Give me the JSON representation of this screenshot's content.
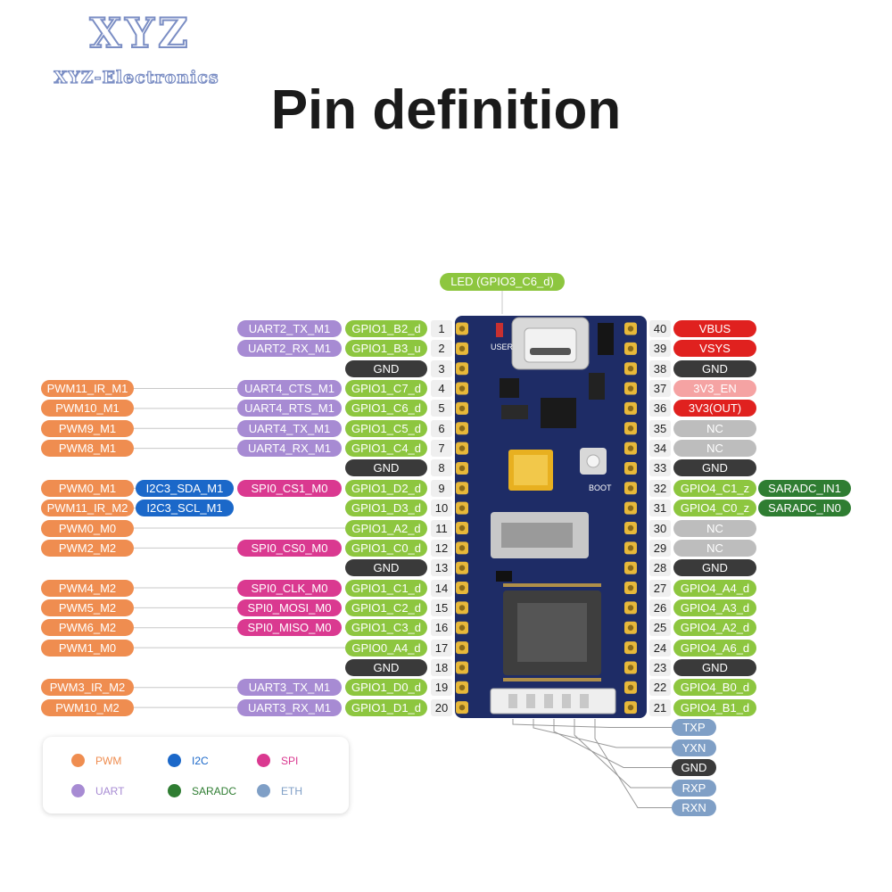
{
  "logo": {
    "main": "XYZ",
    "sub": "XYZ-Electronics"
  },
  "title": "Pin definition",
  "led_label": "LED (GPIO3_C6_d)",
  "board_text": {
    "user": "USER",
    "boot": "BOOT"
  },
  "colors": {
    "PWM": "#ef8d50",
    "UART": "#a78bd3",
    "I2C": "#1b68c9",
    "SPI": "#da3990",
    "SARADC": "#2f7d32",
    "ETH": "#7f9fc6",
    "GPIO": "#8dc63f",
    "GND": "#3a3a3a",
    "POWER": "#e0211f",
    "POWER_LIGHT": "#f5a3a3",
    "NC": "#bdbdbd"
  },
  "left_rows": [
    {
      "pin": "1",
      "gpio": "GPIO1_B2_d",
      "col1": "UART2_TX_M1",
      "col1_type": "UART"
    },
    {
      "pin": "2",
      "gpio": "GPIO1_B3_u",
      "col1": "UART2_RX_M1",
      "col1_type": "UART"
    },
    {
      "pin": "3",
      "gpio": "GND"
    },
    {
      "pin": "4",
      "gpio": "GPIO1_C7_d",
      "col1": "UART4_CTS_M1",
      "col1_type": "UART",
      "col3": "PWM11_IR_M1"
    },
    {
      "pin": "5",
      "gpio": "GPIO1_C6_d",
      "col1": "UART4_RTS_M1",
      "col1_type": "UART",
      "col3": "PWM10_M1"
    },
    {
      "pin": "6",
      "gpio": "GPIO1_C5_d",
      "col1": "UART4_TX_M1",
      "col1_type": "UART",
      "col3": "PWM9_M1"
    },
    {
      "pin": "7",
      "gpio": "GPIO1_C4_d",
      "col1": "UART4_RX_M1",
      "col1_type": "UART",
      "col3": "PWM8_M1"
    },
    {
      "pin": "8",
      "gpio": "GND"
    },
    {
      "pin": "9",
      "gpio": "GPIO1_D2_d",
      "col1": "SPI0_CS1_M0",
      "col1_type": "SPI",
      "col2": "I2C3_SDA_M1",
      "col3": "PWM0_M1"
    },
    {
      "pin": "10",
      "gpio": "GPIO1_D3_d",
      "col2": "I2C3_SCL_M1",
      "col3": "PWM11_IR_M2"
    },
    {
      "pin": "11",
      "gpio": "GPIO1_A2_d",
      "col3": "PWM0_M0"
    },
    {
      "pin": "12",
      "gpio": "GPIO1_C0_d",
      "col1": "SPI0_CS0_M0",
      "col1_type": "SPI",
      "col3": "PWM2_M2"
    },
    {
      "pin": "13",
      "gpio": "GND"
    },
    {
      "pin": "14",
      "gpio": "GPIO1_C1_d",
      "col1": "SPI0_CLK_M0",
      "col1_type": "SPI",
      "col3": "PWM4_M2"
    },
    {
      "pin": "15",
      "gpio": "GPIO1_C2_d",
      "col1": "SPI0_MOSI_M0",
      "col1_type": "SPI",
      "col3": "PWM5_M2"
    },
    {
      "pin": "16",
      "gpio": "GPIO1_C3_d",
      "col1": "SPI0_MISO_M0",
      "col1_type": "SPI",
      "col3": "PWM6_M2"
    },
    {
      "pin": "17",
      "gpio": "GPIO0_A4_d",
      "col3": "PWM1_M0"
    },
    {
      "pin": "18",
      "gpio": "GND"
    },
    {
      "pin": "19",
      "gpio": "GPIO1_D0_d",
      "col1": "UART3_TX_M1",
      "col1_type": "UART",
      "col3": "PWM3_IR_M2"
    },
    {
      "pin": "20",
      "gpio": "GPIO1_D1_d",
      "col1": "UART3_RX_M1",
      "col1_type": "UART",
      "col3": "PWM10_M2"
    }
  ],
  "right_rows": [
    {
      "pin": "40",
      "label": "VBUS",
      "type": "POWER"
    },
    {
      "pin": "39",
      "label": "VSYS",
      "type": "POWER"
    },
    {
      "pin": "38",
      "label": "GND",
      "type": "GND"
    },
    {
      "pin": "37",
      "label": "3V3_EN",
      "type": "POWER_LIGHT"
    },
    {
      "pin": "36",
      "label": "3V3(OUT)",
      "type": "POWER"
    },
    {
      "pin": "35",
      "label": "NC",
      "type": "NC"
    },
    {
      "pin": "34",
      "label": "NC",
      "type": "NC"
    },
    {
      "pin": "33",
      "label": "GND",
      "type": "GND"
    },
    {
      "pin": "32",
      "label": "GPIO4_C1_z",
      "type": "GPIO",
      "extra": "SARADC_IN1"
    },
    {
      "pin": "31",
      "label": "GPIO4_C0_z",
      "type": "GPIO",
      "extra": "SARADC_IN0"
    },
    {
      "pin": "30",
      "label": "NC",
      "type": "NC"
    },
    {
      "pin": "29",
      "label": "NC",
      "type": "NC"
    },
    {
      "pin": "28",
      "label": "GND",
      "type": "GND"
    },
    {
      "pin": "27",
      "label": "GPIO4_A4_d",
      "type": "GPIO"
    },
    {
      "pin": "26",
      "label": "GPIO4_A3_d",
      "type": "GPIO"
    },
    {
      "pin": "25",
      "label": "GPIO4_A2_d",
      "type": "GPIO"
    },
    {
      "pin": "24",
      "label": "GPIO4_A6_d",
      "type": "GPIO"
    },
    {
      "pin": "23",
      "label": "GND",
      "type": "GND"
    },
    {
      "pin": "22",
      "label": "GPIO4_B0_d",
      "type": "GPIO"
    },
    {
      "pin": "21",
      "label": "GPIO4_B1_d",
      "type": "GPIO"
    }
  ],
  "eth_pins": [
    {
      "label": "TXP",
      "type": "ETH"
    },
    {
      "label": "YXN",
      "type": "ETH"
    },
    {
      "label": "GND",
      "type": "GND"
    },
    {
      "label": "RXP",
      "type": "ETH"
    },
    {
      "label": "RXN",
      "type": "ETH"
    }
  ],
  "legend": [
    {
      "label": "PWM",
      "type": "PWM"
    },
    {
      "label": "I2C",
      "type": "I2C"
    },
    {
      "label": "SPI",
      "type": "SPI"
    },
    {
      "label": "UART",
      "type": "UART"
    },
    {
      "label": "SARADC",
      "type": "SARADC"
    },
    {
      "label": "ETH",
      "type": "ETH"
    }
  ]
}
